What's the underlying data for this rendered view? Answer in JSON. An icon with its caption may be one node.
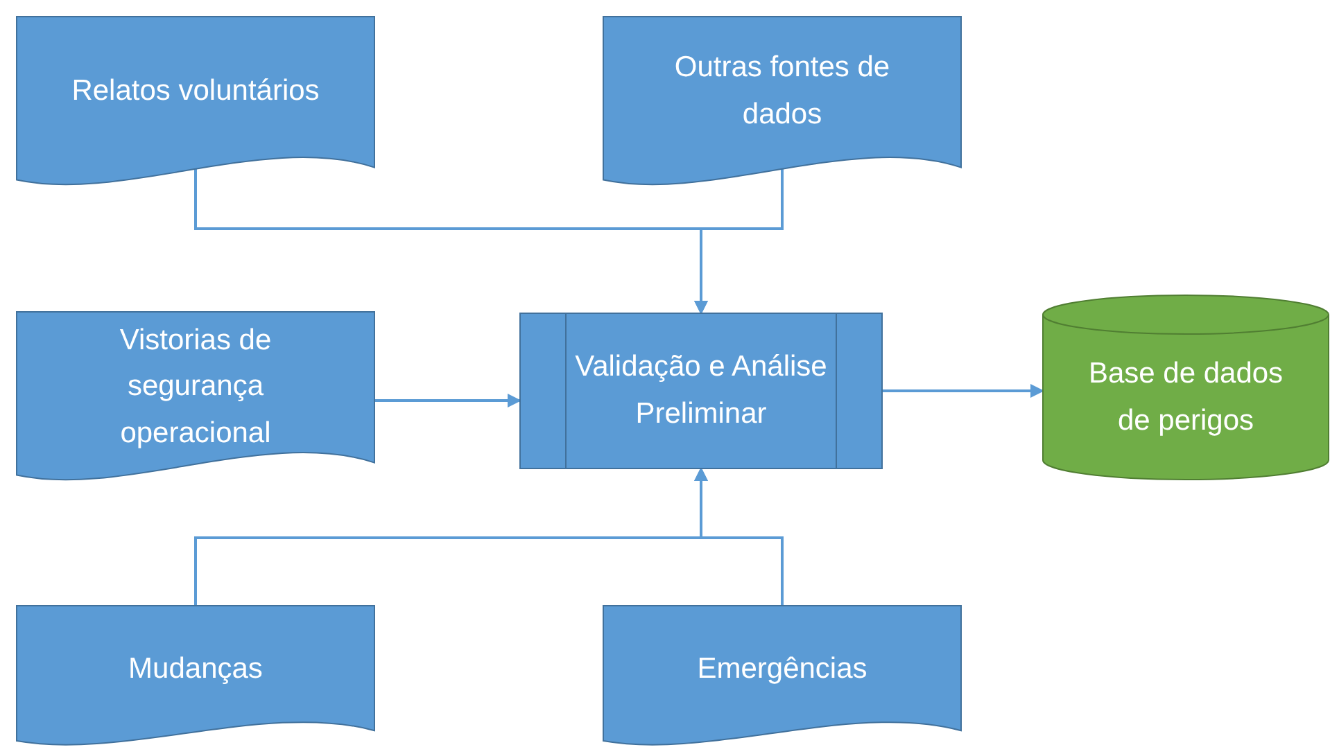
{
  "diagram": {
    "nodes": [
      {
        "text": [
          "Relatos voluntários"
        ]
      },
      {
        "text": [
          "Outras fontes de dados"
        ]
      },
      {
        "text": [
          "Vistorias de segurança operacional"
        ]
      },
      {
        "text": [
          "Validação e Análise Preliminar"
        ]
      },
      {
        "text": [
          "Base de dados de perigos"
        ]
      },
      {
        "text": [
          "Mudanças"
        ]
      },
      {
        "text": [
          "Emergências"
        ]
      }
    ],
    "edges": [
      {
        "from": 0,
        "to": 3,
        "arrow": "to"
      },
      {
        "from": 1,
        "to": 3,
        "arrow": "to"
      },
      {
        "from": 2,
        "to": 3,
        "arrow": "to"
      },
      {
        "from": 3,
        "to": 4,
        "arrow": "to"
      },
      {
        "from": 5,
        "to": 3,
        "arrow": "to"
      },
      {
        "from": 6,
        "to": 3,
        "arrow": "to"
      }
    ]
  }
}
